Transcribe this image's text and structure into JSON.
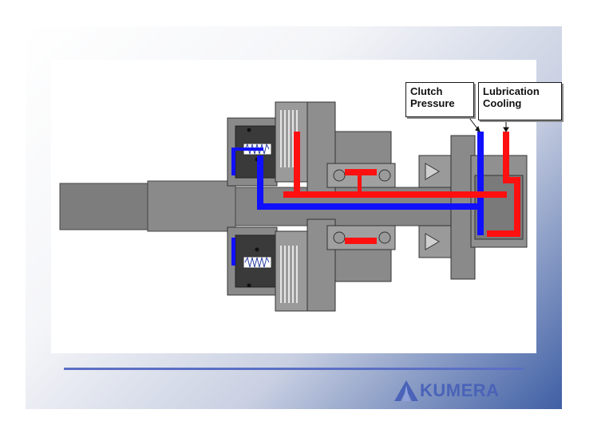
{
  "callouts": {
    "clutch": "Clutch\nPressure",
    "lubrication": "Lubrication\nCooling"
  },
  "logo": {
    "text": "KUMERA"
  },
  "colors": {
    "housing": "#8a8a8a",
    "housing_dark": "#5f5f5f",
    "shaft": "#7d7d7d",
    "piston": "#3a3a3a",
    "clutch_line": "#1010ff",
    "lube_line": "#ff1010",
    "brand": "#4a63b8"
  }
}
